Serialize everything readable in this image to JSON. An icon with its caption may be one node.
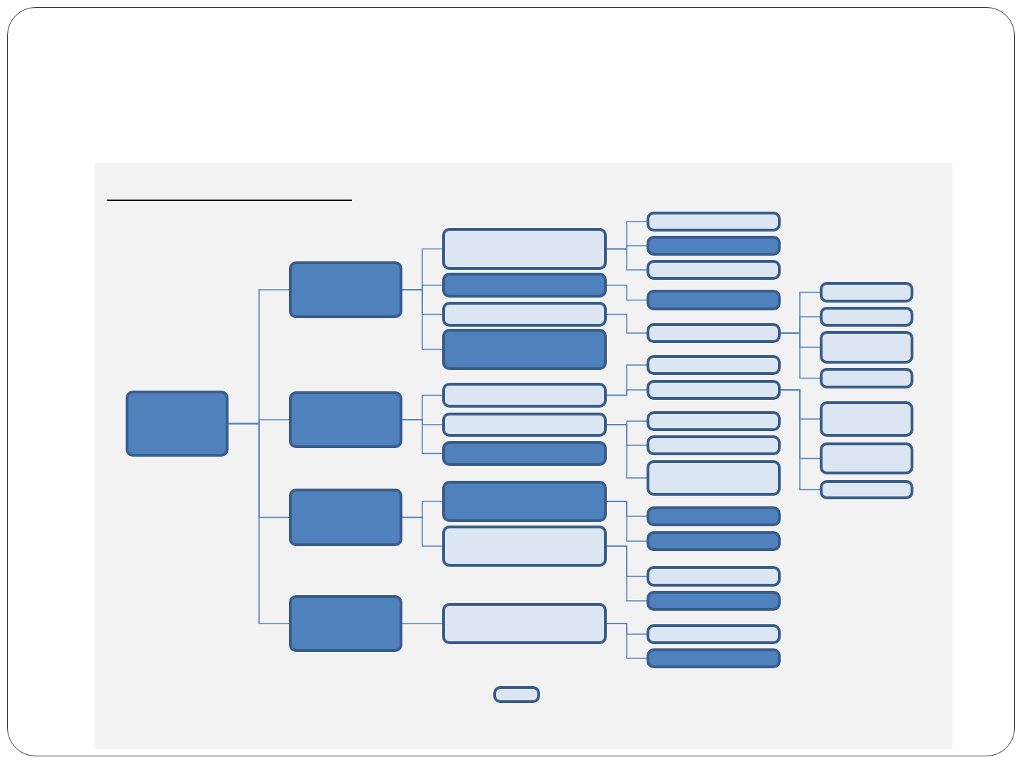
{
  "diagram": {
    "nodes": [
      {
        "text": [],
        "shape": "box"
      },
      {
        "text": [],
        "shape": "box"
      },
      {
        "text": [],
        "shape": "box"
      },
      {
        "text": [],
        "shape": "box"
      },
      {
        "text": [],
        "shape": "box"
      },
      {
        "text": [],
        "shape": "box"
      },
      {
        "text": [],
        "shape": "box"
      },
      {
        "text": [],
        "shape": "box"
      },
      {
        "text": [],
        "shape": "box"
      },
      {
        "text": [],
        "shape": "box"
      },
      {
        "text": [],
        "shape": "box"
      },
      {
        "text": [],
        "shape": "box"
      },
      {
        "text": [],
        "shape": "box"
      },
      {
        "text": [],
        "shape": "box"
      },
      {
        "text": [],
        "shape": "box"
      },
      {
        "text": [],
        "shape": "box"
      },
      {
        "text": [],
        "shape": "box"
      },
      {
        "text": [],
        "shape": "box"
      },
      {
        "text": [],
        "shape": "box"
      },
      {
        "text": [],
        "shape": "box"
      },
      {
        "text": [],
        "shape": "box"
      },
      {
        "text": [],
        "shape": "box"
      },
      {
        "text": [],
        "shape": "box"
      },
      {
        "text": [],
        "shape": "box"
      },
      {
        "text": [],
        "shape": "box"
      },
      {
        "text": [],
        "shape": "box"
      },
      {
        "text": [],
        "shape": "box"
      },
      {
        "text": [],
        "shape": "box"
      },
      {
        "text": [],
        "shape": "box"
      },
      {
        "text": [],
        "shape": "box"
      },
      {
        "text": [],
        "shape": "box"
      },
      {
        "text": [],
        "shape": "box"
      },
      {
        "text": [],
        "shape": "box"
      },
      {
        "text": [],
        "shape": "box"
      },
      {
        "text": [],
        "shape": "box"
      },
      {
        "text": [],
        "shape": "box"
      },
      {
        "text": [],
        "shape": "box"
      },
      {
        "text": [],
        "shape": "box"
      },
      {
        "text": [],
        "shape": "box"
      }
    ],
    "edges": [
      {
        "from": 0,
        "to": 1,
        "arrow": "none"
      },
      {
        "from": 0,
        "to": 2,
        "arrow": "none"
      },
      {
        "from": 0,
        "to": 3,
        "arrow": "none"
      },
      {
        "from": 0,
        "to": 4,
        "arrow": "none"
      },
      {
        "from": 1,
        "to": 5,
        "arrow": "none"
      },
      {
        "from": 1,
        "to": 6,
        "arrow": "none"
      },
      {
        "from": 1,
        "to": 7,
        "arrow": "none"
      },
      {
        "from": 1,
        "to": 8,
        "arrow": "none"
      },
      {
        "from": 2,
        "to": 9,
        "arrow": "none"
      },
      {
        "from": 2,
        "to": 10,
        "arrow": "none"
      },
      {
        "from": 2,
        "to": 11,
        "arrow": "none"
      },
      {
        "from": 3,
        "to": 12,
        "arrow": "none"
      },
      {
        "from": 3,
        "to": 13,
        "arrow": "none"
      },
      {
        "from": 4,
        "to": 14,
        "arrow": "none"
      },
      {
        "from": 5,
        "to": 15,
        "arrow": "none"
      },
      {
        "from": 5,
        "to": 16,
        "arrow": "none"
      },
      {
        "from": 5,
        "to": 17,
        "arrow": "none"
      },
      {
        "from": 6,
        "to": 18,
        "arrow": "none"
      },
      {
        "from": 7,
        "to": 19,
        "arrow": "none"
      },
      {
        "from": 9,
        "to": 20,
        "arrow": "none"
      },
      {
        "from": 9,
        "to": 21,
        "arrow": "none"
      },
      {
        "from": 10,
        "to": 22,
        "arrow": "none"
      },
      {
        "from": 10,
        "to": 23,
        "arrow": "none"
      },
      {
        "from": 10,
        "to": 24,
        "arrow": "none"
      },
      {
        "from": 12,
        "to": 25,
        "arrow": "none"
      },
      {
        "from": 12,
        "to": 26,
        "arrow": "none"
      },
      {
        "from": 13,
        "to": 27,
        "arrow": "none"
      },
      {
        "from": 13,
        "to": 28,
        "arrow": "none"
      },
      {
        "from": 14,
        "to": 29,
        "arrow": "none"
      },
      {
        "from": 14,
        "to": 30,
        "arrow": "none"
      },
      {
        "from": 19,
        "to": 31,
        "arrow": "none"
      },
      {
        "from": 19,
        "to": 32,
        "arrow": "none"
      },
      {
        "from": 19,
        "to": 33,
        "arrow": "none"
      },
      {
        "from": 19,
        "to": 34,
        "arrow": "none"
      },
      {
        "from": 21,
        "to": 35,
        "arrow": "none"
      },
      {
        "from": 21,
        "to": 36,
        "arrow": "none"
      },
      {
        "from": 21,
        "to": 37,
        "arrow": "none"
      }
    ]
  }
}
